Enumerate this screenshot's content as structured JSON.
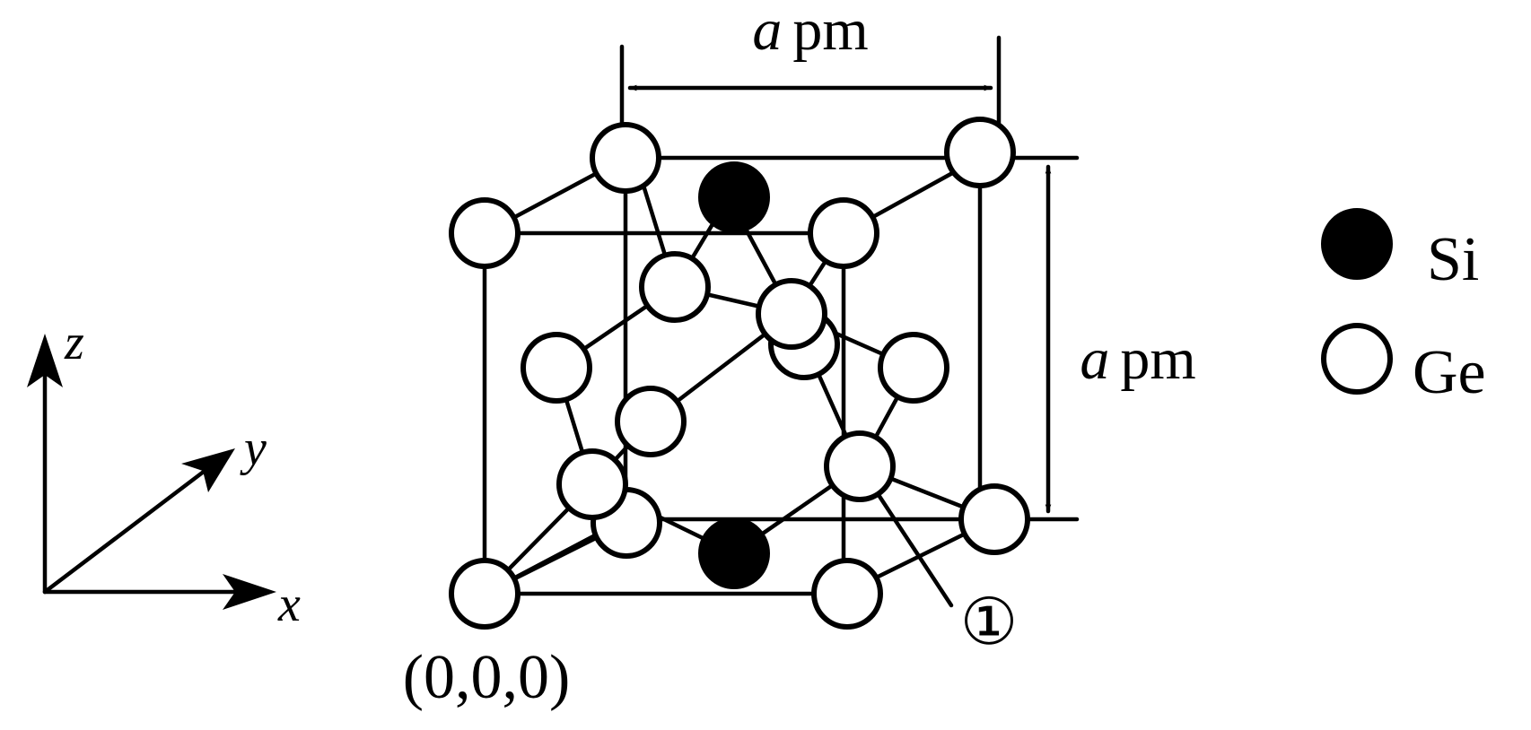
{
  "dimension_top": {
    "symbol": "a",
    "unit": "pm"
  },
  "dimension_right": {
    "symbol": "a",
    "unit": "pm"
  },
  "axes": {
    "x": "x",
    "y": "y",
    "z": "z"
  },
  "origin_label": "(0,0,0)",
  "marked_atom_label": "①",
  "legend": [
    {
      "element": "Si",
      "fill": "#000000"
    },
    {
      "element": "Ge",
      "fill": "#ffffff"
    }
  ],
  "colors": {
    "line": "#000000",
    "background": "#ffffff"
  }
}
